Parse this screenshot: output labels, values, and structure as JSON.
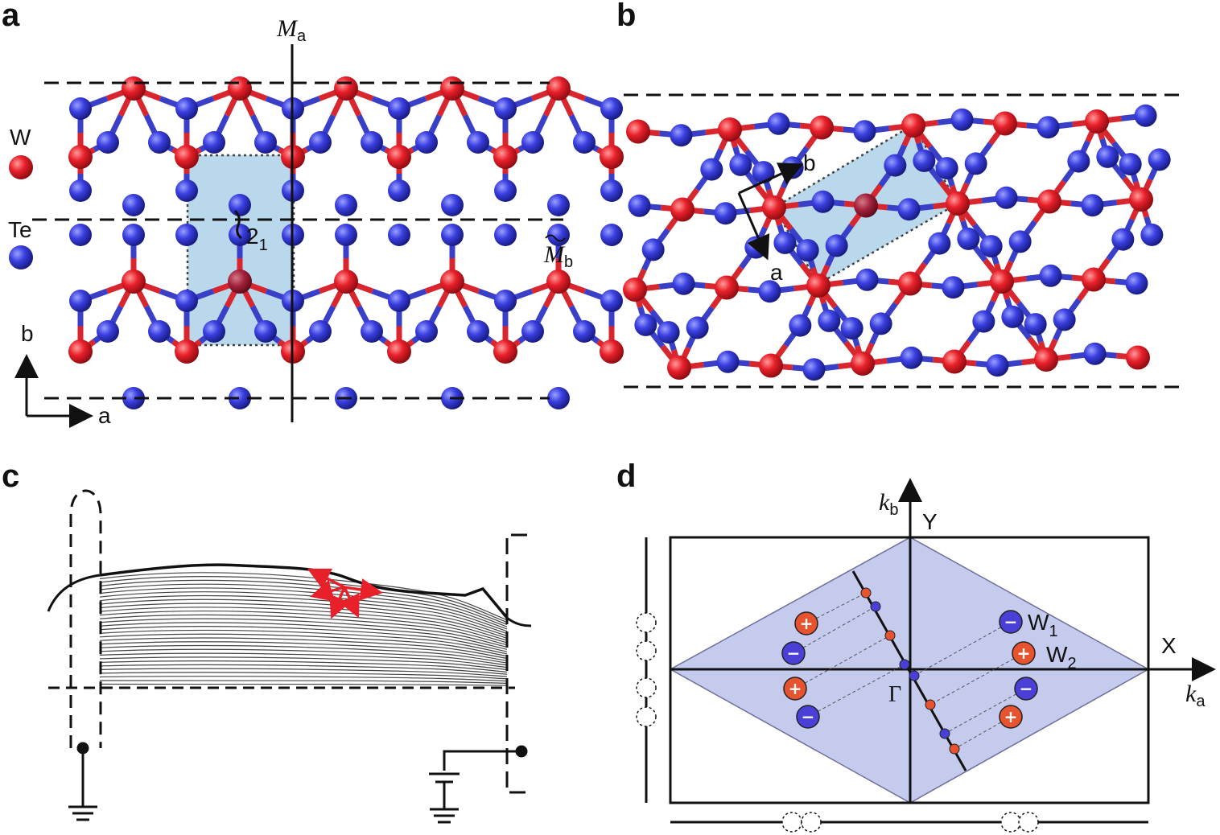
{
  "panels": {
    "a": {
      "letter": "a",
      "legend": [
        {
          "label": "W",
          "color": "#e8202a"
        },
        {
          "label": "Te",
          "color": "#2a2fd8"
        }
      ],
      "mirror_a": {
        "main": "M",
        "sub": "a"
      },
      "glide_b": {
        "main": "M",
        "sub": "b"
      },
      "screw": {
        "main": "2",
        "sub": "1"
      },
      "axis_a": "a",
      "axis_b": "b"
    },
    "b": {
      "letter": "b",
      "axis_a": "a",
      "axis_b": "b"
    },
    "c": {
      "letter": "c"
    },
    "d": {
      "letter": "d",
      "kb": {
        "main": "k",
        "sub": "b"
      },
      "ka": {
        "main": "k",
        "sub": "a"
      },
      "Y": "Y",
      "X": "X",
      "Gamma": "Γ",
      "W1": {
        "main": "W",
        "sub": "1"
      },
      "W2": {
        "main": "W",
        "sub": "2"
      },
      "plus": "+",
      "minus": "−"
    }
  },
  "colors": {
    "W": "#e8202a",
    "Te": "#2a2fd8",
    "cell": "#a9cfe8",
    "bz": "#c5cbed",
    "weyl_plus": "#e8532f",
    "weyl_minus": "#4a3fd6"
  },
  "icons": [
    "ground-icon",
    "arrow-icon"
  ]
}
